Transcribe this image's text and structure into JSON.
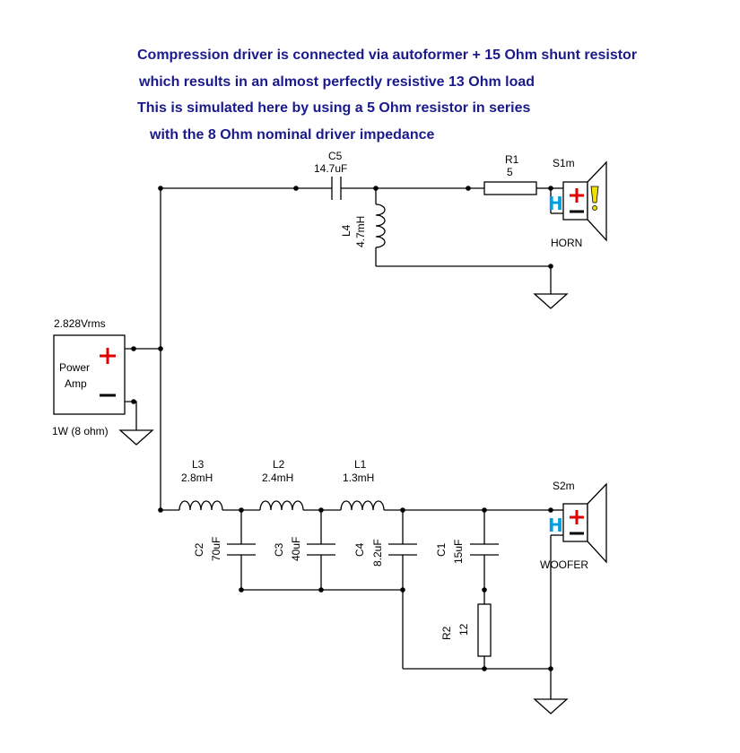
{
  "notes": [
    "Compression driver is connected via autoformer + 15 Ohm shunt resistor",
    "which results in an almost perfectly resistive 13 Ohm load",
    "This is simulated here by using a 5 Ohm resistor in series",
    "with the 8 Ohm nominal driver impedance"
  ],
  "source": {
    "voltage": "2.828Vrms",
    "label_line1": "Power",
    "label_line2": "Amp",
    "power": "1W (8 ohm)"
  },
  "components": {
    "c5": {
      "name": "C5",
      "value": "14.7uF"
    },
    "r1": {
      "name": "R1",
      "value": "5"
    },
    "l4": {
      "name": "L4",
      "value": "4.7mH"
    },
    "s1": {
      "name": "S1m",
      "label": "HORN"
    },
    "l3": {
      "name": "L3",
      "value": "2.8mH"
    },
    "l2": {
      "name": "L2",
      "value": "2.4mH"
    },
    "l1": {
      "name": "L1",
      "value": "1.3mH"
    },
    "c2": {
      "name": "C2",
      "value": "70uF"
    },
    "c3": {
      "name": "C3",
      "value": "40uF"
    },
    "c4": {
      "name": "C4",
      "value": "8.2uF"
    },
    "c1": {
      "name": "C1",
      "value": "15uF"
    },
    "r2": {
      "name": "R2",
      "value": "12"
    },
    "s2": {
      "name": "S2m",
      "label": "WOOFER"
    }
  },
  "colors": {
    "note_text": "#1a1a8c",
    "plus": "#e00000",
    "h_mark": "#00a0e0",
    "horn_warning": "#f0e000"
  }
}
